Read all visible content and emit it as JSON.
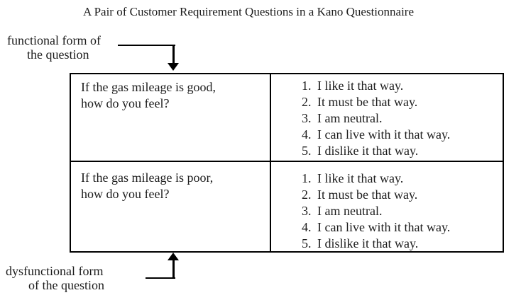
{
  "title": "A Pair of Customer Requirement Questions in a Kano Questionnaire",
  "labels": {
    "functional": {
      "line1": "functional form of",
      "line2": "the question"
    },
    "dysfunctional": {
      "line1": "dysfunctional form",
      "line2": "of the question"
    }
  },
  "table": {
    "rows": [
      {
        "question_line1": "If the gas mileage is good,",
        "question_line2": "how do you feel?",
        "answers": [
          {
            "num": "1.",
            "text": "I like it that way."
          },
          {
            "num": "2.",
            "text": "It must be that way."
          },
          {
            "num": "3.",
            "text": "I am neutral."
          },
          {
            "num": "4.",
            "text": "I can live with it that way."
          },
          {
            "num": "5.",
            "text": "I dislike it that way."
          }
        ]
      },
      {
        "question_line1": "If the gas mileage is poor,",
        "question_line2": "how do you feel?",
        "answers": [
          {
            "num": "1.",
            "text": "I like it that way."
          },
          {
            "num": "2.",
            "text": "It must be that way."
          },
          {
            "num": "3.",
            "text": "I am neutral."
          },
          {
            "num": "4.",
            "text": "I can live with it that way."
          },
          {
            "num": "5.",
            "text": "I dislike it that way."
          }
        ]
      }
    ]
  },
  "colors": {
    "text": "#1c1c1c",
    "border": "#000000",
    "background": "#ffffff"
  }
}
